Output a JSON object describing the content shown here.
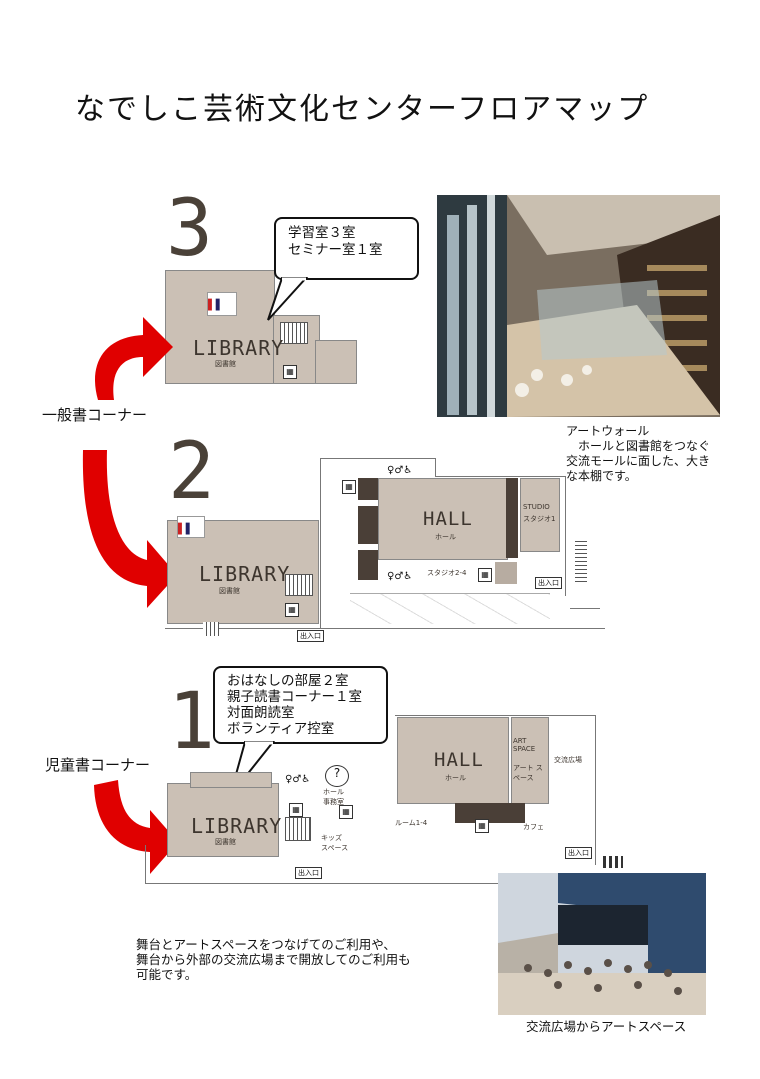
{
  "title": "なでしこ芸術文化センターフロアマップ",
  "floors": [
    {
      "number": "3",
      "library_label": "LIBRARY",
      "library_sub": "図書館"
    },
    {
      "number": "2",
      "library_label": "LIBRARY",
      "library_sub": "図書館",
      "hall_label": "HALL",
      "hall_sub": "ホール",
      "studio_label": "STUDIO",
      "studio_sub": "スタジオ1",
      "studio24": "スタジオ2-4",
      "entrance": "出入口",
      "entrance2": "出入口"
    },
    {
      "number": "1",
      "library_label": "LIBRARY",
      "library_sub": "図書館",
      "hall_label": "HALL",
      "hall_sub": "ホール",
      "art_space": "ART SPACE",
      "art_space_jp": "アート スペース",
      "plaza": "交流広場",
      "hall_office": "ホール 事務室",
      "rooms": "ルーム1-4",
      "kids_space": "キッズ スペース",
      "cafe": "カフェ",
      "entrance": "出入口",
      "entrance2": "出入口"
    }
  ],
  "bubbles": {
    "floor3": [
      "学習室３室",
      "セミナー室１室"
    ],
    "floor1": [
      "おはなしの部屋２室",
      "親子読書コーナー１室",
      "対面朗読室",
      "ボランティア控室"
    ]
  },
  "labels": {
    "general_books": "一般書コーナー",
    "children_books": "児童書コーナー"
  },
  "captions": {
    "art_wall": [
      "アートウォール",
      "　ホールと図書館をつなぐ",
      "交流モールに面した、大き",
      "な本棚です。"
    ],
    "open_use": [
      "舞台とアートスペースをつなげてのご利用や、",
      "舞台から外部の交流広場まで開放してのご利用も",
      "可能です。"
    ],
    "photo2": "交流広場からアートスペース"
  },
  "colors": {
    "arrow": "#e00000",
    "room": "#cbc0b5",
    "dark": "#4a3f37"
  }
}
